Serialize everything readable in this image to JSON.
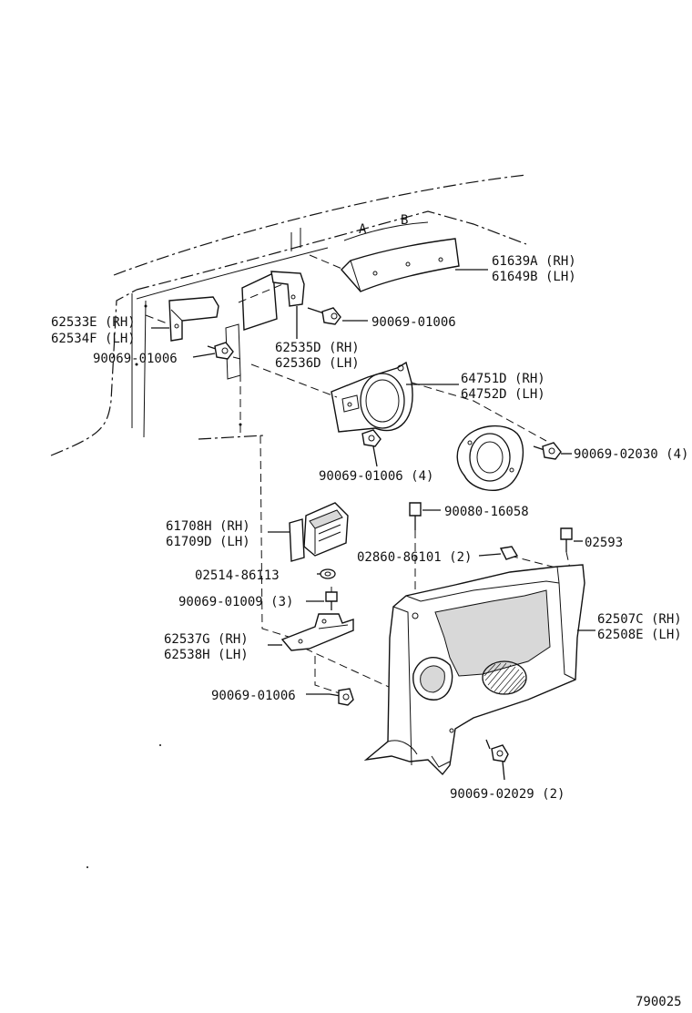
{
  "diagram": {
    "labels": {
      "l01a": "61639A (RH)",
      "l01b": "61649B (LH)",
      "l02a": "62533E (RH)",
      "l02b": "62534F (LH)",
      "l03": "90069-01006",
      "l04": "90069-01006",
      "l05a": "62535D (RH)",
      "l05b": "62536D (LH)",
      "l06a": "64751D (RH)",
      "l06b": "64752D (LH)",
      "l07": "90069-01006 (4)",
      "l08": "90069-02030 (4)",
      "l09": "90080-16058",
      "l10a": "61708H (RH)",
      "l10b": "61709D (LH)",
      "l11": "02593",
      "l12": "02860-86101 (2)",
      "l13": "02514-86113",
      "l14": "90069-01009 (3)",
      "l15a": "62507C (RH)",
      "l15b": "62508E (LH)",
      "l16a": "62537G (RH)",
      "l16b": "62538H (LH)",
      "l17": "90069-01006",
      "l18": "90069-02029 (2)",
      "ref_b": "B",
      "ref_a": "A"
    },
    "figure_number": "790025"
  }
}
